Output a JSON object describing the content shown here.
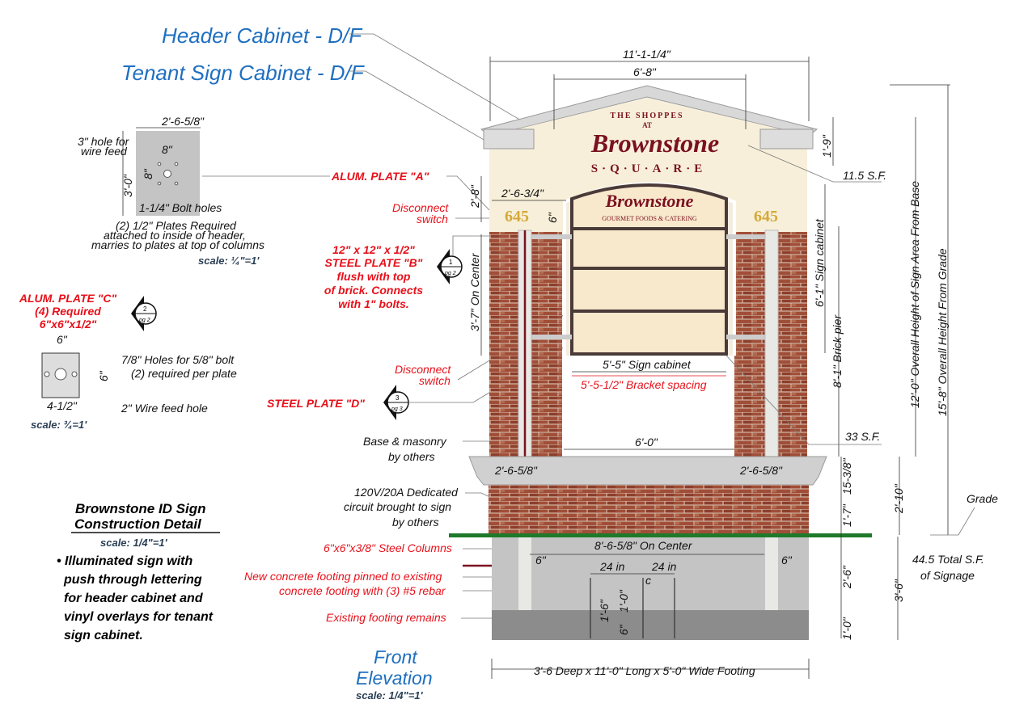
{
  "callouts": {
    "header_cabinet": "Header Cabinet - D/F",
    "tenant_cabinet": "Tenant Sign Cabinet - D/F",
    "plate_a": "ALUM. PLATE \"A\"",
    "disconnect_1": [
      "Disconnect",
      "switch"
    ],
    "plate_b": [
      "12\" x 12\" x 1/2\"",
      "STEEL PLATE \"B\"",
      "flush with top",
      "of brick. Connects",
      "with 1\" bolts."
    ],
    "disconnect_2": [
      "Disconnect",
      "switch"
    ],
    "plate_d": "STEEL PLATE \"D\"",
    "base_masonry": [
      "Base & masonry",
      "by others"
    ],
    "circuit": [
      "120V/20A Dedicated",
      "circuit brought to sign",
      "by others"
    ],
    "steel_columns": "6\"x6\"x3/8\" Steel Columns",
    "new_footing": [
      "New concrete footing pinned to existing",
      "concrete footing with (3) #5 rebar"
    ],
    "existing_footing": "Existing footing remains",
    "grade": "Grade",
    "total_sf": [
      "44.5 Total S.F.",
      "of Signage"
    ],
    "sf_header": "11.5 S.F.",
    "sf_tenant": "33 S.F."
  },
  "plate_a_detail": {
    "width": "2'-6-5/8\"",
    "height": "3'-0\"",
    "hole_label": [
      "3\" hole for",
      "wire feed"
    ],
    "spacing_h": "8\"",
    "spacing_v": "8\"",
    "bolt_holes": "1-1/4\" Bolt holes",
    "note": [
      "(2) 1/2\" Plates Required",
      "attached to inside of header,",
      "marries to plates at top of columns"
    ],
    "scale": "scale: ¼\"=1'"
  },
  "plate_c_detail": {
    "title": [
      "ALUM. PLATE \"C\"",
      "(4) Required",
      "6\"x6\"x1/2\""
    ],
    "width": "6\"",
    "height": "6\"",
    "bottom": "4-1/2\"",
    "holes": [
      "7/8\" Holes for 5/8\" bolt",
      "(2) required per plate"
    ],
    "wire_hole": "2\" Wire feed hole",
    "scale": "scale: ¾=1'"
  },
  "section_markers": [
    {
      "num": "1",
      "page": "pg 2"
    },
    {
      "num": "2",
      "page": "pg 2"
    },
    {
      "num": "3",
      "page": "pg 3"
    }
  ],
  "sign": {
    "header_top": "THE SHOPPES",
    "header_at": "AT",
    "header_name": "Brownstone",
    "header_bottom": "S·Q·U·A·R·E",
    "tenant_name": "Brownstone",
    "tenant_sub": "GOURMET FOODS & CATERING",
    "address_left": "645",
    "address_right": "645"
  },
  "dimensions": {
    "overall_width": "11'-1-1/4\"",
    "header_width": "6'-8\"",
    "header_height": "1'-9\"",
    "pier_to_cabinet": "2'-6-3/4\"",
    "number_height": "6\"",
    "cabinet_height_label": "2'-8\"",
    "on_center_v": "3'-7\" On Center",
    "sign_cabinet_width": "5'-5\" Sign cabinet",
    "bracket_spacing": "5'-5-1/2\" Bracket spacing",
    "sign_cabinet_height": "6'-1\" Sign cabinet",
    "brick_pier": "8'-1\" Brick pier",
    "overall_sign_height": "12'-0\" Overall Height of Sign Area From Base",
    "overall_grade_height": "15'-8\" Overall Height From Grade",
    "pier_gap": "6'-0\"",
    "pier_left": "2'-6-5/8\"",
    "pier_right": "2'-6-5/8\"",
    "cap_height": "15-3/8\"",
    "base_brick": "1'-7\"",
    "base_total": "2'-10\"",
    "on_center_h": "8'-6-5/8\" On Center",
    "col_left": "6\"",
    "col_right": "6\"",
    "rebar_a": "24 in",
    "rebar_b": "24 in",
    "rebar_c": "c",
    "rebar_len": "1'-6\"",
    "rebar_embed": "1'-0\"",
    "rebar_6": "6\"",
    "new_footing_h": "2'-6\"",
    "existing_h": "1'-0\"",
    "footing_total": "3'-6\"",
    "footing_desc": "3'-6 Deep x 11'-0\" Long x 5'-0\" Wide Footing"
  },
  "title_block": {
    "title": [
      "Brownstone ID Sign",
      "Construction Detail"
    ],
    "scale": "scale: 1/4\"=1'",
    "bullet": [
      "• Illuminated sign with",
      "push through lettering",
      "for header cabinet and",
      "vinyl overlays for tenant",
      "sign cabinet."
    ]
  },
  "elevation": {
    "title": [
      "Front",
      "Elevation"
    ],
    "scale": "scale: 1/4\"=1'"
  },
  "colors": {
    "red": "#e8101a",
    "blue": "#1f6fc0",
    "brick": "#9a4a36",
    "maroon": "#7a1020",
    "grade": "#1e7a2a"
  }
}
